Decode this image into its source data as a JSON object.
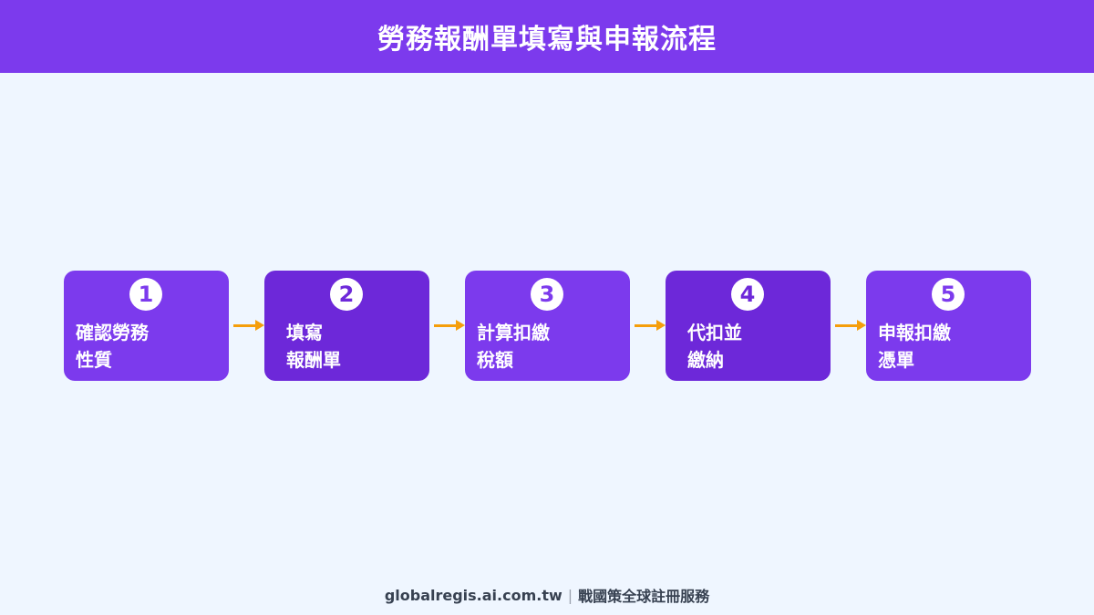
{
  "header": {
    "title": "勞務報酬單填寫與申報流程"
  },
  "colors": {
    "header_bg": "#7c3aed",
    "card_light": "#7c3aed",
    "card_dark": "#6d28d9",
    "arrow": "#f59e0b",
    "background": "#eff6ff"
  },
  "steps": [
    {
      "number": "1",
      "line1": "確認勞務",
      "line2": "性質"
    },
    {
      "number": "2",
      "line1": "填寫",
      "line2": "報酬單"
    },
    {
      "number": "3",
      "line1": "計算扣繳",
      "line2": "稅額"
    },
    {
      "number": "4",
      "line1": "代扣並",
      "line2": "繳納"
    },
    {
      "number": "5",
      "line1": "申報扣繳",
      "line2": "憑單"
    }
  ],
  "footer": {
    "site": "globalregis.ai.com.tw",
    "separator": "|",
    "brand": "戰國策全球註冊服務"
  }
}
